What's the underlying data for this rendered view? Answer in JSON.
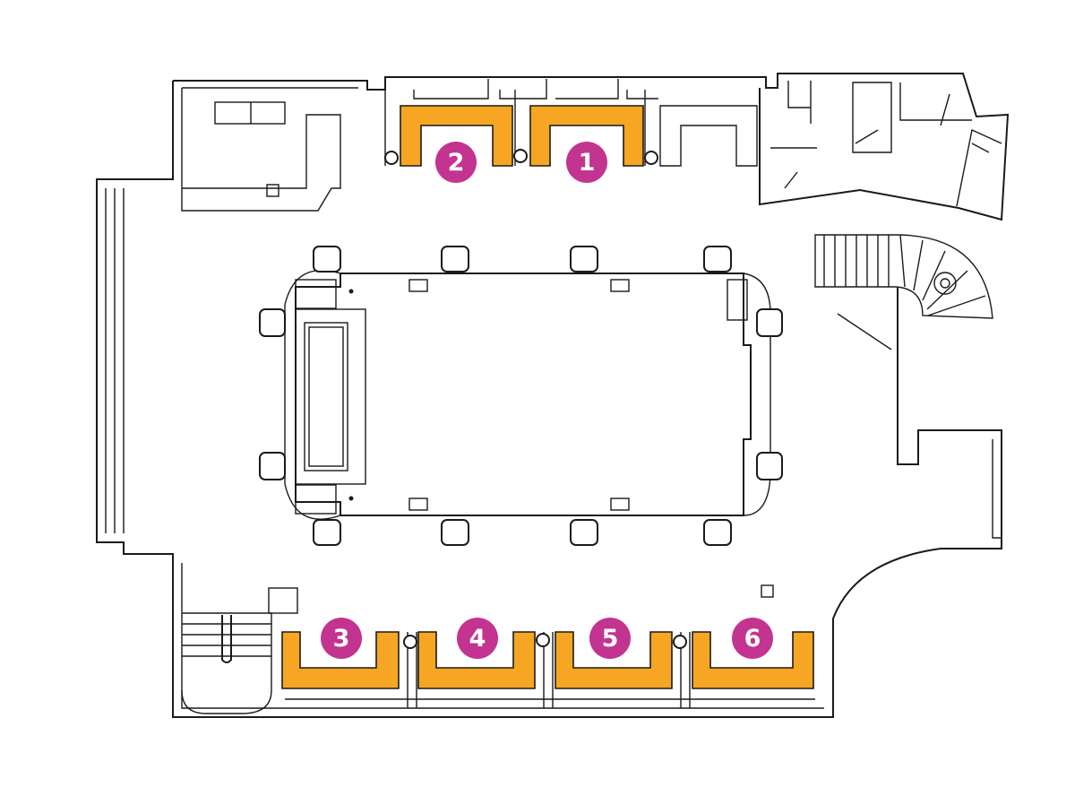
{
  "colors": {
    "booth_fill": "#f6a623",
    "badge_fill": "#c2348f",
    "badge_text": "#ffffff",
    "line": "#1a1a1a",
    "background": "#ffffff"
  },
  "booths": [
    {
      "id": "1",
      "label": "1"
    },
    {
      "id": "2",
      "label": "2"
    },
    {
      "id": "3",
      "label": "3"
    },
    {
      "id": "4",
      "label": "4"
    },
    {
      "id": "5",
      "label": "5"
    },
    {
      "id": "6",
      "label": "6"
    }
  ]
}
